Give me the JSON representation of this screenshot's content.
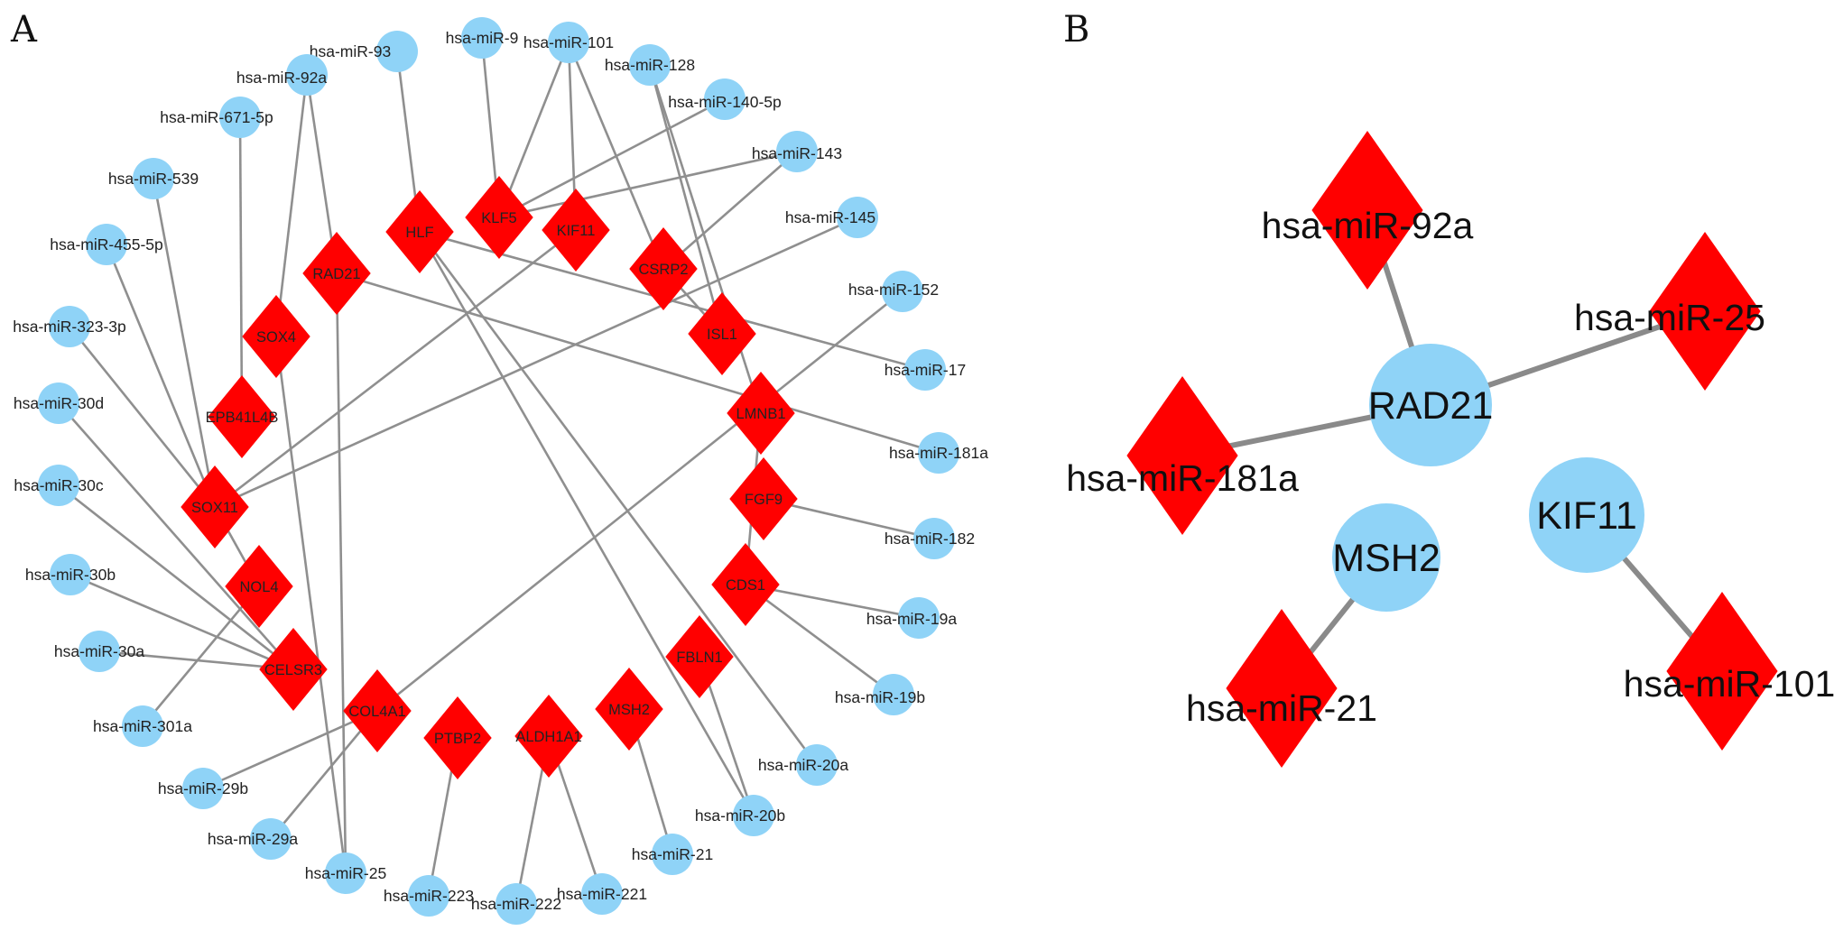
{
  "colors": {
    "mirna": "#8fd3f7",
    "gene": "#ff0000",
    "edge": "#8f8f8f"
  },
  "panels": {
    "A": {
      "letter": "A",
      "circles": [
        {
          "id": "m93",
          "label": "hsa-miR-93"
        },
        {
          "id": "m9",
          "label": "hsa-miR-9"
        },
        {
          "id": "m101",
          "label": "hsa-miR-101"
        },
        {
          "id": "m128",
          "label": "hsa-miR-128"
        },
        {
          "id": "m140",
          "label": "hsa-miR-140-5p"
        },
        {
          "id": "m143",
          "label": "hsa-miR-143"
        },
        {
          "id": "m145",
          "label": "hsa-miR-145"
        },
        {
          "id": "m152",
          "label": "hsa-miR-152"
        },
        {
          "id": "m17",
          "label": "hsa-miR-17"
        },
        {
          "id": "m181a",
          "label": "hsa-miR-181a"
        },
        {
          "id": "m182",
          "label": "hsa-miR-182"
        },
        {
          "id": "m19a",
          "label": "hsa-miR-19a"
        },
        {
          "id": "m19b",
          "label": "hsa-miR-19b"
        },
        {
          "id": "m20a",
          "label": "hsa-miR-20a"
        },
        {
          "id": "m20b",
          "label": "hsa-miR-20b"
        },
        {
          "id": "m21",
          "label": "hsa-miR-21"
        },
        {
          "id": "m221",
          "label": "hsa-miR-221"
        },
        {
          "id": "m222",
          "label": "hsa-miR-222"
        },
        {
          "id": "m223",
          "label": "hsa-miR-223"
        },
        {
          "id": "m25",
          "label": "hsa-miR-25"
        },
        {
          "id": "m29a",
          "label": "hsa-miR-29a"
        },
        {
          "id": "m29b",
          "label": "hsa-miR-29b"
        },
        {
          "id": "m301a",
          "label": "hsa-miR-301a"
        },
        {
          "id": "m30a",
          "label": "hsa-miR-30a"
        },
        {
          "id": "m30b",
          "label": "hsa-miR-30b"
        },
        {
          "id": "m30c",
          "label": "hsa-miR-30c"
        },
        {
          "id": "m30d",
          "label": "hsa-miR-30d"
        },
        {
          "id": "m323",
          "label": "hsa-miR-323-3p"
        },
        {
          "id": "m455",
          "label": "hsa-miR-455-5p"
        },
        {
          "id": "m539",
          "label": "hsa-miR-539"
        },
        {
          "id": "m671",
          "label": "hsa-miR-671-5p"
        },
        {
          "id": "m92a",
          "label": "hsa-miR-92a"
        }
      ],
      "diamonds": [
        {
          "id": "HLF",
          "label": "HLF"
        },
        {
          "id": "KLF5",
          "label": "KLF5"
        },
        {
          "id": "KIF11",
          "label": "KIF11"
        },
        {
          "id": "CSRP2",
          "label": "CSRP2"
        },
        {
          "id": "ISL1",
          "label": "ISL1"
        },
        {
          "id": "LMNB1",
          "label": "LMNB1"
        },
        {
          "id": "FGF9",
          "label": "FGF9"
        },
        {
          "id": "CDS1",
          "label": "CDS1"
        },
        {
          "id": "FBLN1",
          "label": "FBLN1"
        },
        {
          "id": "MSH2",
          "label": "MSH2"
        },
        {
          "id": "ALDH1A1",
          "label": "ALDH1A1"
        },
        {
          "id": "PTBP2",
          "label": "PTBP2"
        },
        {
          "id": "COL4A1",
          "label": "COL4A1"
        },
        {
          "id": "CELSR3",
          "label": "CELSR3"
        },
        {
          "id": "NOL4",
          "label": "NOL4"
        },
        {
          "id": "SOX11",
          "label": "SOX11"
        },
        {
          "id": "EPB41L4B",
          "label": "EPB41L4B"
        },
        {
          "id": "SOX4",
          "label": "SOX4"
        },
        {
          "id": "RAD21",
          "label": "RAD21"
        }
      ],
      "edges": [
        [
          "m93",
          "HLF"
        ],
        [
          "m9",
          "KLF5"
        ],
        [
          "m101",
          "KIF11"
        ],
        [
          "m101",
          "KLF5"
        ],
        [
          "m101",
          "CSRP2"
        ],
        [
          "m128",
          "ISL1"
        ],
        [
          "m128",
          "LMNB1"
        ],
        [
          "m140",
          "KLF5"
        ],
        [
          "m143",
          "KLF5"
        ],
        [
          "m145",
          "SOX11"
        ],
        [
          "m152",
          "COL4A1"
        ],
        [
          "m17",
          "HLF"
        ],
        [
          "m181a",
          "RAD21"
        ],
        [
          "m182",
          "FGF9"
        ],
        [
          "m19a",
          "CDS1"
        ],
        [
          "m19b",
          "CDS1"
        ],
        [
          "m20a",
          "HLF"
        ],
        [
          "m20b",
          "HLF"
        ],
        [
          "m20b",
          "FBLN1"
        ],
        [
          "m21",
          "MSH2"
        ],
        [
          "m221",
          "ALDH1A1"
        ],
        [
          "m222",
          "ALDH1A1"
        ],
        [
          "m223",
          "PTBP2"
        ],
        [
          "m25",
          "RAD21"
        ],
        [
          "m25",
          "SOX4"
        ],
        [
          "m29a",
          "COL4A1"
        ],
        [
          "m29b",
          "COL4A1"
        ],
        [
          "m301a",
          "NOL4"
        ],
        [
          "m30a",
          "CELSR3"
        ],
        [
          "m30b",
          "CELSR3"
        ],
        [
          "m30c",
          "CELSR3"
        ],
        [
          "m30d",
          "CELSR3"
        ],
        [
          "m323",
          "SOX11"
        ],
        [
          "m455",
          "SOX11"
        ],
        [
          "m539",
          "SOX11"
        ],
        [
          "m671",
          "EPB41L4B"
        ],
        [
          "m92a",
          "SOX4"
        ],
        [
          "m92a",
          "RAD21"
        ],
        [
          "KIF11",
          "SOX11"
        ],
        [
          "SOX11",
          "NOL4"
        ],
        [
          "CSRP2",
          "m143"
        ],
        [
          "ISL1",
          "CSRP2"
        ],
        [
          "LMNB1",
          "CDS1"
        ]
      ]
    },
    "B": {
      "letter": "B",
      "circles": [
        {
          "id": "RAD21",
          "label": "RAD21"
        },
        {
          "id": "MSH2",
          "label": "MSH2"
        },
        {
          "id": "KIF11",
          "label": "KIF11"
        }
      ],
      "diamonds": [
        {
          "id": "m92a",
          "label": "hsa-miR-92a"
        },
        {
          "id": "m25",
          "label": "hsa-miR-25"
        },
        {
          "id": "m181a",
          "label": "hsa-miR-181a"
        },
        {
          "id": "m21",
          "label": "hsa-miR-21"
        },
        {
          "id": "m101",
          "label": "hsa-miR-101"
        }
      ],
      "edges": [
        [
          "RAD21",
          "m92a"
        ],
        [
          "RAD21",
          "m25"
        ],
        [
          "RAD21",
          "m181a"
        ],
        [
          "MSH2",
          "m21"
        ],
        [
          "KIF11",
          "m101"
        ]
      ]
    }
  }
}
